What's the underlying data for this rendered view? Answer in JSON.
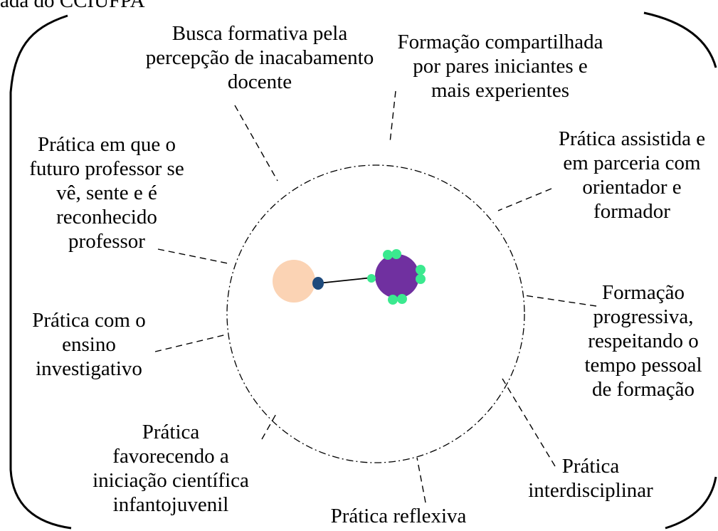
{
  "header_fragment": "ada do CCIUFPA",
  "colors": {
    "peach": "#fbd3b4",
    "navy": "#1e4a7c",
    "purple": "#7030a0",
    "mint": "#3be98f",
    "line": "#000000"
  },
  "labels": {
    "busca": [
      "Busca formativa pela",
      "percepção de inacabamento",
      "docente"
    ],
    "formacao_compartilhada": [
      "Formação compartilhada",
      "por pares iniciantes e",
      "mais experientes"
    ],
    "assistida": [
      "Prática assistida e",
      "em parceria com",
      "orientador e",
      "formador"
    ],
    "progressiva": [
      "Formação",
      "progressiva,",
      "respeitando o",
      "tempo pessoal",
      "de formação"
    ],
    "interdisciplinar": [
      "Prática",
      "interdisciplinar"
    ],
    "reflexiva": [
      "Prática reflexiva"
    ],
    "cientifica": [
      "Prática",
      "favorecendo a",
      "iniciação científica",
      "infantojuvenil"
    ],
    "investigativo": [
      "Prática com o",
      "ensino",
      "investigativo"
    ],
    "reconhecido": [
      "Prática em que o",
      "futuro professor se",
      "vê, sente e é",
      "reconhecido",
      "professor"
    ]
  }
}
